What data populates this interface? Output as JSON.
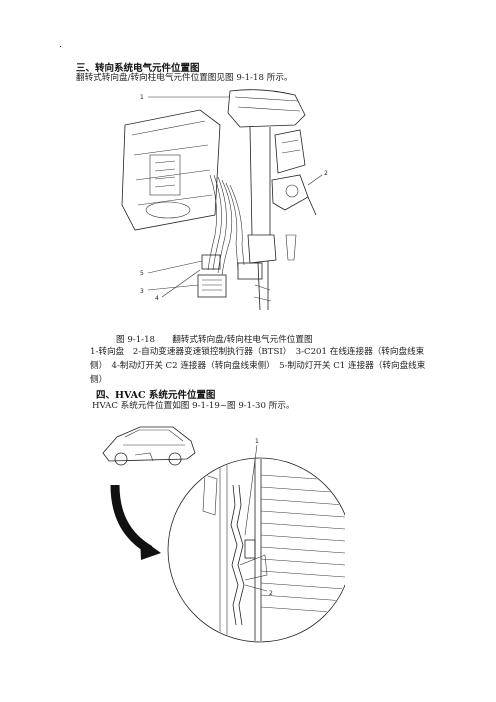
{
  "page_dot": ".",
  "section3": {
    "heading": "三、转向系统电气元件位置图",
    "intro": "翻转式转向盘/转向柱电气元件位置图见图 9-1-18 所示。"
  },
  "figure1": {
    "caption": "图 9-1-18　　翻转式转向盘/转向柱电气元件位置图",
    "callouts": [
      "1",
      "2",
      "3",
      "4",
      "5"
    ],
    "legend_line1": "1-转向盘　2-自动变速器变速锁控制执行器（BTSI）　3-C201 在线连接器（转向盘线束",
    "legend_line2": "侧）　4-制动灯开关 C2 连接器（转向盘线束侧）　5-制动灯开关 C1 连接器（转向盘线束",
    "legend_line3": "侧）"
  },
  "section4": {
    "heading": "四、HVAC 系统元件位置图",
    "intro": "HVAC 系统元件位置如图 9-1-19~图 9-1-30 所示。"
  },
  "figure2": {
    "callouts": [
      "1",
      "2"
    ]
  }
}
